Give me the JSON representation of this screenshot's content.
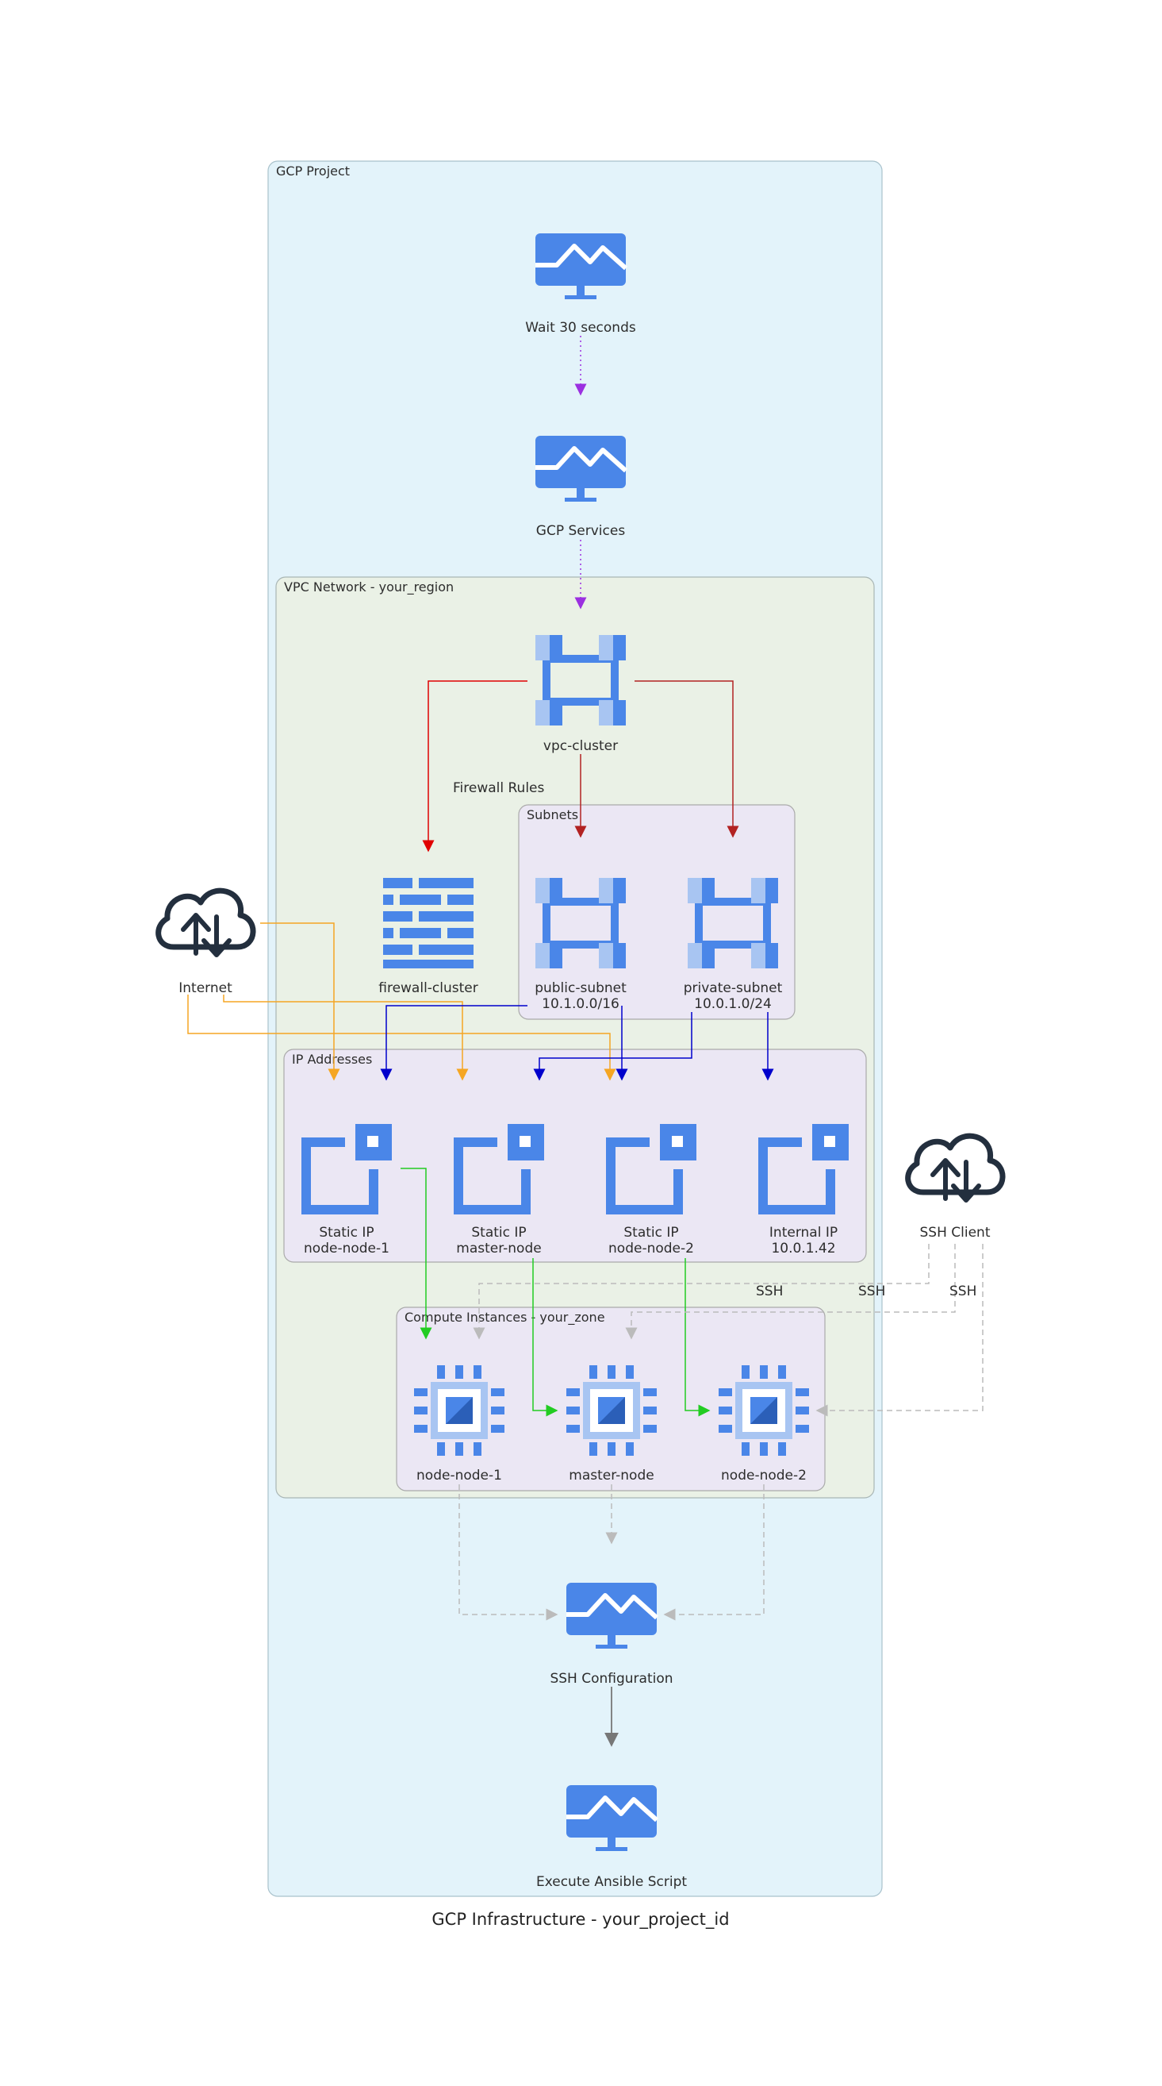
{
  "title": "GCP Infrastructure - your_project_id",
  "clusters": {
    "project": "GCP Project",
    "vpc": "VPC Network - your_region",
    "subnets": "Subnets",
    "ip_addresses": "IP Addresses",
    "compute": "Compute Instances - your_zone"
  },
  "nodes": {
    "wait": "Wait 30 seconds",
    "gcp_services": "GCP Services",
    "vpc_cluster": "vpc-cluster",
    "firewall_cluster": "firewall-cluster",
    "public_subnet_name": "public-subnet",
    "public_subnet_cidr": "10.1.0.0/16",
    "private_subnet_name": "private-subnet",
    "private_subnet_cidr": "10.0.1.0/24",
    "internet": "Internet",
    "ssh_client": "SSH Client",
    "ip1_a": "Static IP",
    "ip1_b": "node-node-1",
    "ip2_a": "Static IP",
    "ip2_b": "master-node",
    "ip3_a": "Static IP",
    "ip3_b": "node-node-2",
    "ip4_a": "Internal IP",
    "ip4_b": "10.0.1.42",
    "vm1": "node-node-1",
    "vm2": "master-node",
    "vm3": "node-node-2",
    "ssh_config": "SSH Configuration",
    "ansible": "Execute Ansible Script"
  },
  "edge_labels": {
    "firewall_rules": "Firewall Rules",
    "ssh_1": "SSH",
    "ssh_2": "SSH",
    "ssh_3": "SSH"
  },
  "colors": {
    "project_bg": "#e3f3fa",
    "vpc_bg": "#eaf1e6",
    "inner_bg": "#ebe7f4",
    "icon_blue": "#4a86e8",
    "icon_light": "#a8c5f2",
    "edge_purple": "#9b30e0",
    "edge_red": "#b22222",
    "edge_orange": "#f5a623",
    "edge_blue": "#0000cc",
    "edge_green": "#22cc22",
    "edge_gray": "#bbbbbb",
    "edge_dark": "#777777"
  },
  "icons": {
    "monitor": "monitoring-icon",
    "network": "vpc-network-icon",
    "firewall": "firewall-icon",
    "cloud": "cloud-upload-download-icon",
    "ip": "external-ip-icon",
    "cpu": "compute-engine-icon"
  }
}
